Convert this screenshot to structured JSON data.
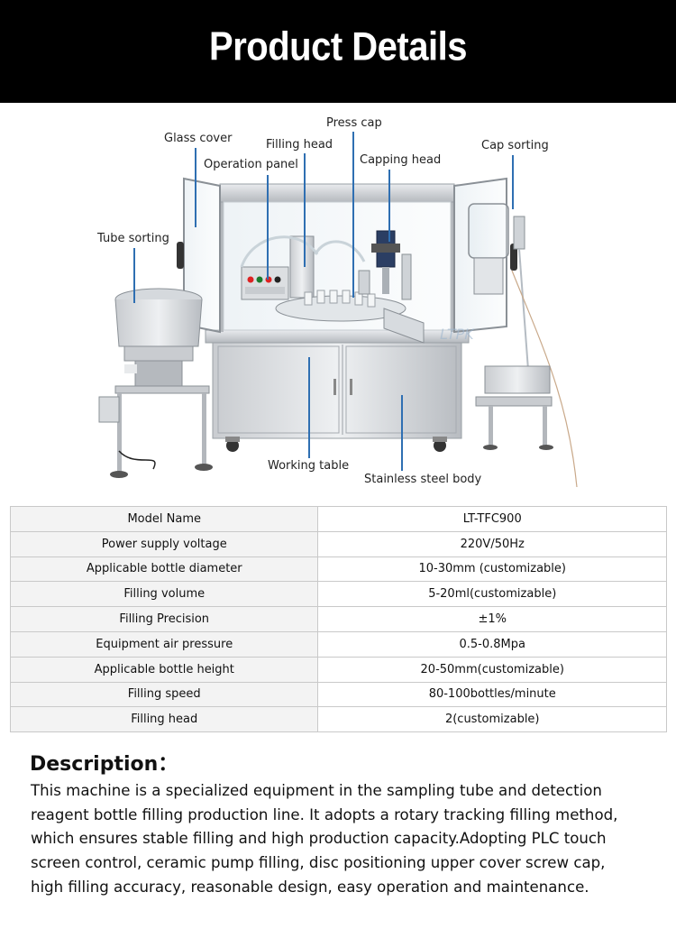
{
  "header": {
    "title": "Product Details"
  },
  "figure": {
    "callouts": {
      "glass_cover": "Glass cover",
      "press_cap": "Press cap",
      "filling_head": "Filling head",
      "operation_panel": "Operation panel",
      "capping_head": "Capping head",
      "cap_sorting": "Cap sorting",
      "tube_sorting": "Tube sorting",
      "working_table": "Working table",
      "stainless_steel_body": "Stainless steel body"
    },
    "watermark": "LTPK"
  },
  "specs": [
    {
      "key": "Model Name",
      "value": "LT-TFC900"
    },
    {
      "key": "Power supply voltage",
      "value": "220V/50Hz"
    },
    {
      "key": "Applicable bottle diameter",
      "value": "10-30mm (customizable)"
    },
    {
      "key": "Filling volume",
      "value": "5-20ml(customizable)"
    },
    {
      "key": "Filling Precision",
      "value": "±1%"
    },
    {
      "key": "Equipment air pressure",
      "value": "0.5-0.8Mpa"
    },
    {
      "key": "Applicable bottle height",
      "value": "20-50mm(customizable)"
    },
    {
      "key": "Filling speed",
      "value": "80-100bottles/minute"
    },
    {
      "key": "Filling head",
      "value": "2(customizable)"
    }
  ],
  "description": {
    "title": "Description：",
    "lines": [
      "This machine is a specialized equipment in the sampling tube and detection",
      "reagent bottle filling production line. It adopts a rotary tracking filling method,",
      "which ensures stable filling and high production capacity.Adopting PLC touch",
      "screen control, ceramic pump filling, disc positioning upper cover screw cap,",
      "high filling accuracy, reasonable design, easy operation and maintenance."
    ]
  }
}
